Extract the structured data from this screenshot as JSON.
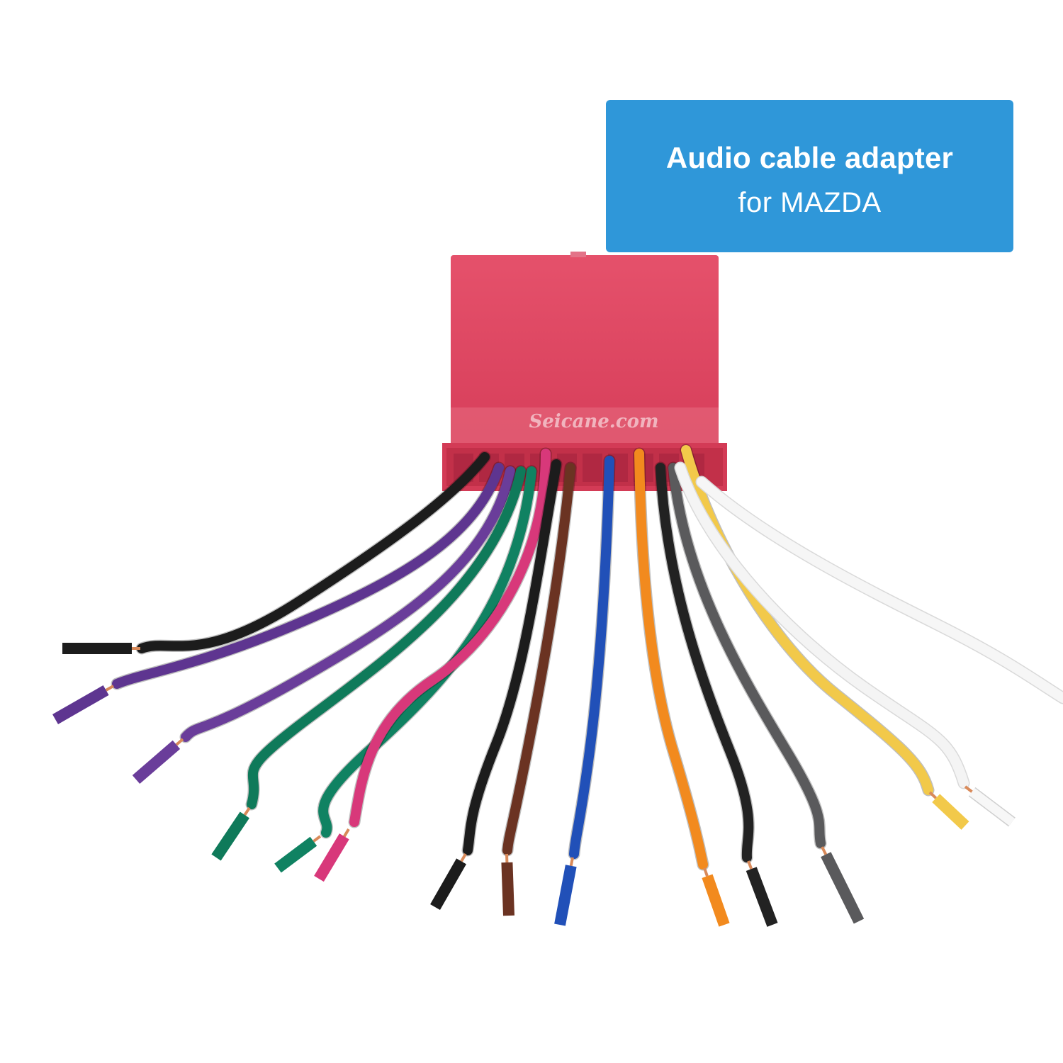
{
  "label": {
    "title": "Audio cable adapter",
    "subtitle": "for MAZDA"
  },
  "watermark": {
    "text": "Seicane.com"
  },
  "colors": {
    "label_background": "#2f97d9",
    "connector_body": "#e04a63",
    "copper": "#d98a5a"
  },
  "wires": [
    {
      "name": "black",
      "color": "#1c1c1c"
    },
    {
      "name": "purple",
      "color": "#5e3590"
    },
    {
      "name": "purple",
      "color": "#6a3d9a"
    },
    {
      "name": "green",
      "color": "#0f7a5a"
    },
    {
      "name": "green",
      "color": "#108262"
    },
    {
      "name": "pink",
      "color": "#d8387a"
    },
    {
      "name": "black",
      "color": "#1c1c1c"
    },
    {
      "name": "brown",
      "color": "#6b3322"
    },
    {
      "name": "blue",
      "color": "#2150b8"
    },
    {
      "name": "orange",
      "color": "#f28a1e"
    },
    {
      "name": "black",
      "color": "#222222"
    },
    {
      "name": "gray",
      "color": "#5a5a5c"
    },
    {
      "name": "yellow",
      "color": "#f2c94a"
    },
    {
      "name": "white",
      "color": "#f4f4f4"
    },
    {
      "name": "white",
      "color": "#f6f6f6"
    }
  ]
}
